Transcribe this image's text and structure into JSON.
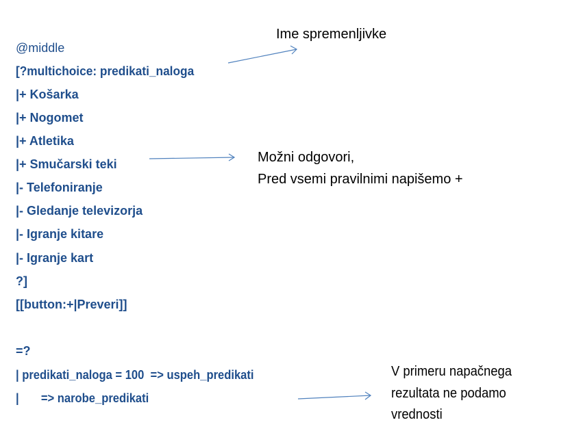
{
  "code_lines": [
    "@middle",
    "[?multichoice: predikati_naloga",
    "|+ Košarka",
    "|+ Nogomet",
    "|+ Atletika",
    "|+ Smučarski teki",
    "|- Telefoniranje",
    "|- Gledanje televizorja",
    "|- Igranje kitare",
    "|- Igranje kart",
    "?]",
    "[[button:+|Preveri]]",
    "=?",
    "| predikati_naloga = 100  => uspeh_predikati",
    "|       => narobe_predikati"
  ],
  "annotations": {
    "variable_name": "Ime spremenljivke",
    "answers_line1": "Možni odgovori,",
    "answers_line2": "Pred vsemi pravilnimi napišemo +",
    "wrong_line1": "V primeru napačnega",
    "wrong_line2": "rezultata ne podamo",
    "wrong_line3": "vrednosti"
  },
  "colors": {
    "code": "#1f4e8c",
    "arrow": "#4f81bd"
  }
}
